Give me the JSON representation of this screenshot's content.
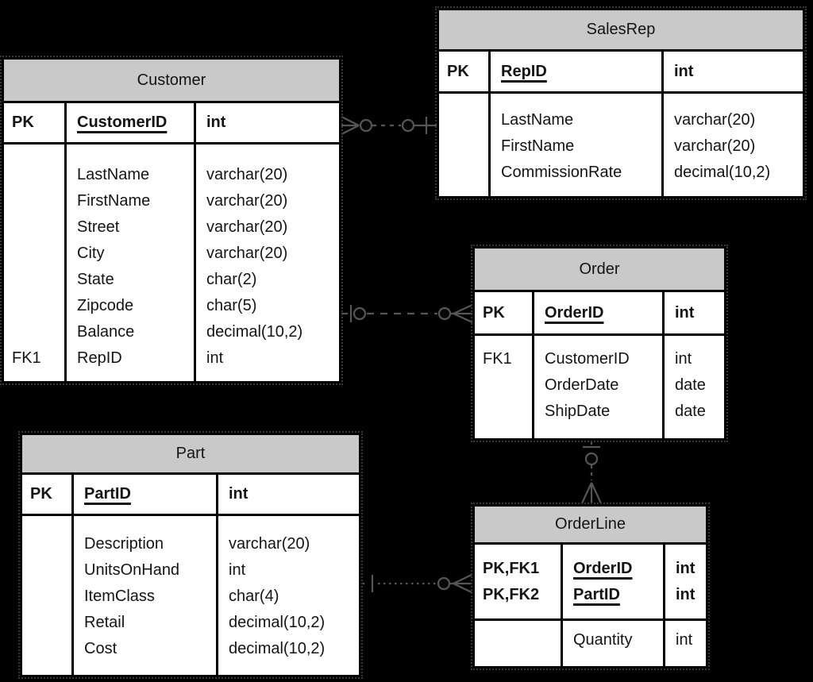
{
  "diagram": {
    "background_color": "#000000",
    "table_header_fill": "#c9c9c9",
    "table_cell_fill": "#ffffff",
    "table_border_color": "#000000",
    "connector_color": "#565656"
  },
  "tables": [
    {
      "name": "Customer",
      "keys": [
        {
          "key": "PK",
          "name": "CustomerID",
          "type": "int"
        }
      ],
      "attrs": [
        {
          "key": "",
          "name": "LastName",
          "type": "varchar(20)"
        },
        {
          "key": "",
          "name": "FirstName",
          "type": "varchar(20)"
        },
        {
          "key": "",
          "name": "Street",
          "type": "varchar(20)"
        },
        {
          "key": "",
          "name": "City",
          "type": "varchar(20)"
        },
        {
          "key": "",
          "name": "State",
          "type": "char(2)"
        },
        {
          "key": "",
          "name": "Zipcode",
          "type": "char(5)"
        },
        {
          "key": "",
          "name": "Balance",
          "type": "decimal(10,2)"
        },
        {
          "key": "FK1",
          "name": "RepID",
          "type": "int"
        }
      ]
    },
    {
      "name": "SalesRep",
      "keys": [
        {
          "key": "PK",
          "name": "RepID",
          "type": "int"
        }
      ],
      "attrs": [
        {
          "key": "",
          "name": "LastName",
          "type": "varchar(20)"
        },
        {
          "key": "",
          "name": "FirstName",
          "type": "varchar(20)"
        },
        {
          "key": "",
          "name": "CommissionRate",
          "type": "decimal(10,2)"
        }
      ]
    },
    {
      "name": "Order",
      "keys": [
        {
          "key": "PK",
          "name": "OrderID",
          "type": "int"
        }
      ],
      "attrs": [
        {
          "key": "FK1",
          "name": "CustomerID",
          "type": "int"
        },
        {
          "key": "",
          "name": "OrderDate",
          "type": "date"
        },
        {
          "key": "",
          "name": "ShipDate",
          "type": "date"
        }
      ]
    },
    {
      "name": "Part",
      "keys": [
        {
          "key": "PK",
          "name": "PartID",
          "type": "int"
        }
      ],
      "attrs": [
        {
          "key": "",
          "name": "Description",
          "type": "varchar(20)"
        },
        {
          "key": "",
          "name": "UnitsOnHand",
          "type": "int"
        },
        {
          "key": "",
          "name": "ItemClass",
          "type": "char(4)"
        },
        {
          "key": "",
          "name": "Retail",
          "type": "decimal(10,2)"
        },
        {
          "key": "",
          "name": "Cost",
          "type": "decimal(10,2)"
        }
      ]
    },
    {
      "name": "OrderLine",
      "keys": [
        {
          "key": "PK,FK1",
          "name": "OrderID",
          "type": "int"
        },
        {
          "key": "PK,FK2",
          "name": "PartID",
          "type": "int"
        }
      ],
      "attrs": [
        {
          "key": "",
          "name": "Quantity",
          "type": "int"
        }
      ]
    }
  ],
  "connectors": [
    {
      "from": "SalesRep",
      "to": "Customer",
      "line_style": "dashed",
      "one_end": "SalesRep",
      "many_end": "Customer",
      "many_symbol": "circle-crowsfoot",
      "one_symbol": "tick-circle"
    },
    {
      "from": "Customer",
      "to": "Order",
      "line_style": "dashed",
      "one_end": "Customer",
      "many_end": "Order",
      "many_symbol": "circle-crowsfoot",
      "one_symbol": "tick-circle"
    },
    {
      "from": "Order",
      "to": "OrderLine",
      "line_style": "dashed",
      "one_end": "Order",
      "many_end": "OrderLine",
      "many_symbol": "circle-crowsfoot",
      "one_symbol": "tick-circle"
    },
    {
      "from": "Part",
      "to": "OrderLine",
      "line_style": "dotted",
      "one_end": "Part",
      "many_end": "OrderLine",
      "many_symbol": "circle-crowsfoot",
      "one_symbol": "tick"
    }
  ]
}
